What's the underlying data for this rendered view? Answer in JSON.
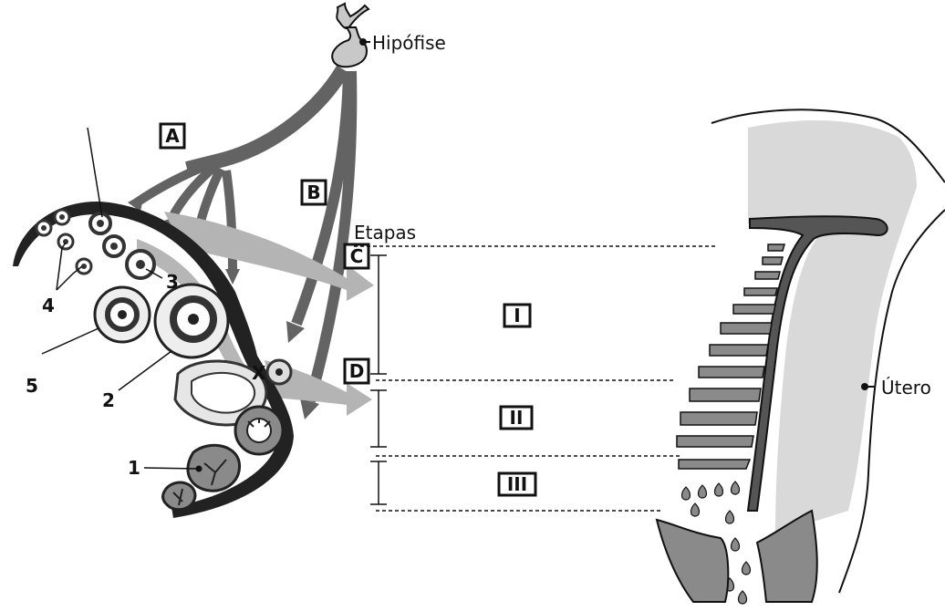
{
  "labels": {
    "hipofise": "Hipófise",
    "utero": "Útero",
    "etapas": "Etapas",
    "x_marker": "X"
  },
  "boxes": {
    "A": "A",
    "B": "B",
    "C": "C",
    "D": "D"
  },
  "stages": [
    "I",
    "II",
    "III"
  ],
  "numbers": [
    "1",
    "2",
    "3",
    "4",
    "5"
  ],
  "colors": {
    "hormone_arrow": "#636363",
    "effect_arrow": "#b4b4b4",
    "uterus_fill": "#d9d9d9",
    "endometrium": "#8a8a8a",
    "outline": "#111111"
  }
}
